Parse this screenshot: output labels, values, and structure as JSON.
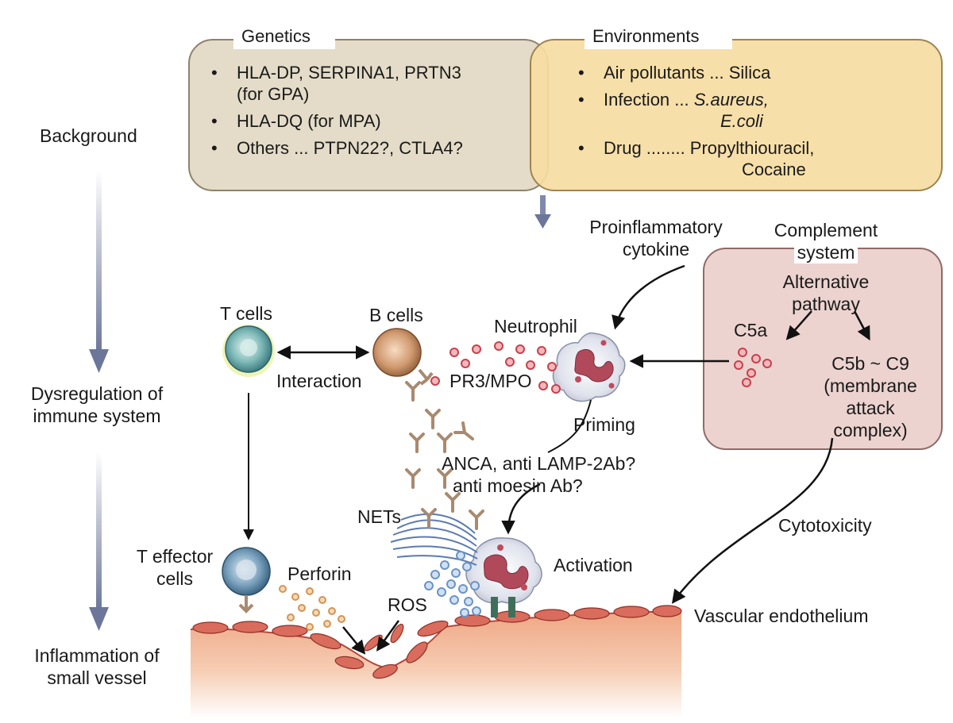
{
  "stages": {
    "background": "Background",
    "dysregulation_l1": "Dysregulation of",
    "dysregulation_l2": "immune system",
    "inflammation_l1": "Inflammation of",
    "inflammation_l2": "small vessel"
  },
  "genetics": {
    "title": "Genetics",
    "items": [
      {
        "l1": "HLA-DP, SERPINA1, PRTN3",
        "l2": "(for GPA)"
      },
      {
        "l1": "HLA-DQ  (for MPA)"
      },
      {
        "l1": "Others ... PTPN22?, CTLA4?"
      }
    ]
  },
  "environments": {
    "title": "Environments",
    "items": [
      {
        "l1": "Air pollutants ... Silica"
      },
      {
        "l1_a": "Infection ... ",
        "l1_b": "S.aureus,",
        "l2": "E.coli"
      },
      {
        "l1": "Drug ........  Propylthiouracil,",
        "l2": "Cocaine"
      }
    ]
  },
  "labels": {
    "proinflammatory_l1": "Proinflammatory",
    "proinflammatory_l2": "cytokine",
    "complement_l1": "Complement",
    "complement_l2": "system",
    "alternative_l1": "Alternative",
    "alternative_l2": "pathway",
    "c5a": "C5a",
    "c5b_l1": "C5b ~ C9",
    "c5b_l2": "(membrane",
    "c5b_l3": "attack",
    "c5b_l4": "complex)",
    "t_cells": "T cells",
    "b_cells": "B cells",
    "neutrophil": "Neutrophil",
    "interaction": "Interaction",
    "pr3_mpo": "PR3/MPO",
    "priming": "Priming",
    "anca_l1": "ANCA, anti LAMP-2Ab?",
    "anca_l2": "anti moesin Ab?",
    "nets": "NETs",
    "activation": "Activation",
    "t_effector_l1": "T effector",
    "t_effector_l2": "cells",
    "perforin": "Perforin",
    "ros": "ROS",
    "cytotoxicity": "Cytotoxicity",
    "vascular": "Vascular endothelium"
  },
  "colors": {
    "genetics_fill": "#e4dcc8",
    "environments_fill": "#f6dca2",
    "complement_fill": "#ecd3cf",
    "stage_arrow": "#8089ab",
    "antibody": "#a88a70",
    "cytokine_dot": "#c8404c",
    "ros_dot": "#6c93c4",
    "perforin_dot": "#d49555",
    "endothelium": "#d96c5c"
  }
}
